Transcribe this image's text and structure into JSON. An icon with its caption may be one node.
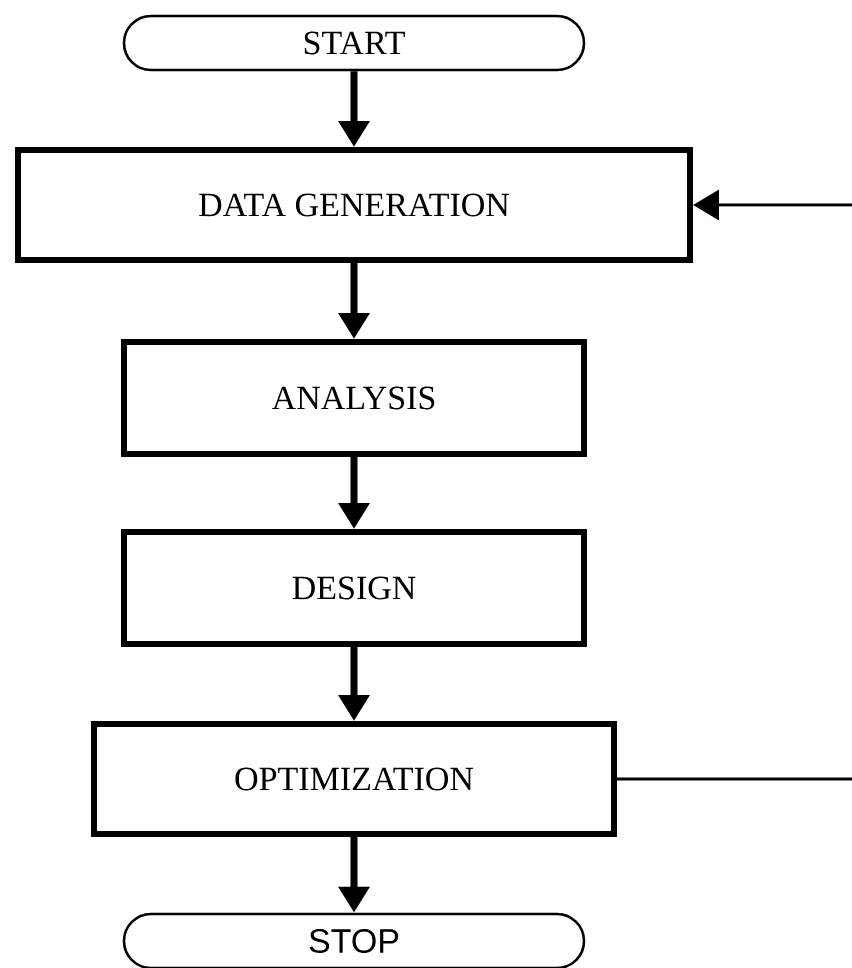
{
  "diagram": {
    "nodes": [
      {
        "text": [
          "START"
        ]
      },
      {
        "text": [
          "DATA GENERATION"
        ]
      },
      {
        "text": [
          "ANALYSIS"
        ]
      },
      {
        "text": [
          "DESIGN"
        ]
      },
      {
        "text": [
          "OPTIMIZATION"
        ]
      },
      {
        "text": [
          "STOP"
        ]
      }
    ],
    "edges": [
      {
        "from": 0,
        "to": 1,
        "arrow": "to"
      },
      {
        "from": 1,
        "to": 2,
        "arrow": "to"
      },
      {
        "from": 2,
        "to": 3,
        "arrow": "to"
      },
      {
        "from": 3,
        "to": 4,
        "arrow": "to"
      },
      {
        "from": 4,
        "to": 5,
        "arrow": "to"
      },
      {
        "from": null,
        "to": 1,
        "arrow": "to"
      },
      {
        "from": 4,
        "to": null,
        "arrow": "none"
      }
    ]
  }
}
